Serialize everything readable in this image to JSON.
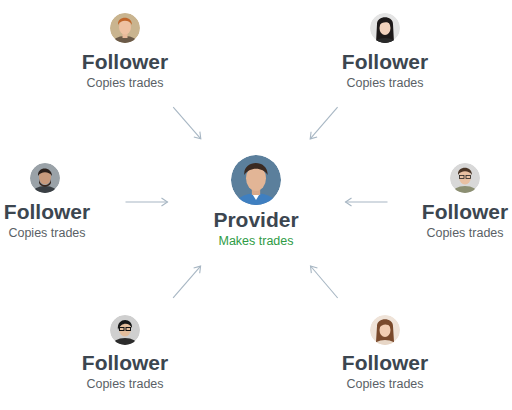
{
  "diagram": {
    "nodes": [
      {
        "text": [
          "Follower",
          "Copies trades"
        ]
      },
      {
        "text": [
          "Follower",
          "Copies trades"
        ]
      },
      {
        "text": [
          "Follower",
          "Copies trades"
        ]
      },
      {
        "text": [
          "Provider",
          "Makes trades"
        ]
      },
      {
        "text": [
          "Follower",
          "Copies trades"
        ]
      },
      {
        "text": [
          "Follower",
          "Copies trades"
        ]
      },
      {
        "text": [
          "Follower",
          "Copies trades"
        ]
      }
    ],
    "edges": [
      {
        "from": 0,
        "to": 3,
        "arrow": "to"
      },
      {
        "from": 1,
        "to": 3,
        "arrow": "to"
      },
      {
        "from": 2,
        "to": 3,
        "arrow": "to"
      },
      {
        "from": 4,
        "to": 3,
        "arrow": "to"
      },
      {
        "from": 5,
        "to": 3,
        "arrow": "to"
      },
      {
        "from": 6,
        "to": 3,
        "arrow": "to"
      }
    ]
  }
}
